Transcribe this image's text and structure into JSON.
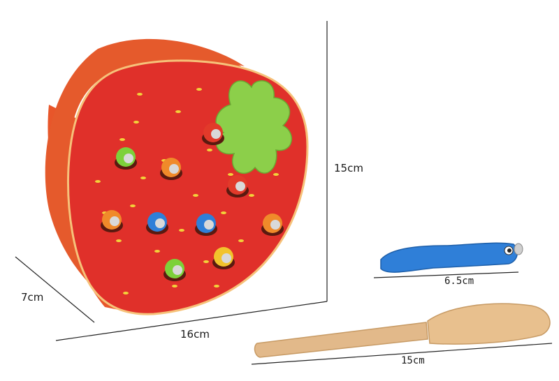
{
  "dimensions": {
    "height": "15cm",
    "depth": "7cm",
    "width": "16cm",
    "worm_length": "6.5cm",
    "stick_length": "15cm"
  },
  "colors": {
    "strawberry_face": "#e0302a",
    "strawberry_side": "#e8562a",
    "leaf": "#8ccf4a",
    "seed": "#f2d23a",
    "wood": "#e2b98a"
  },
  "worm_colors": [
    "#2f7fd8",
    "#e23a2a",
    "#f2c32c",
    "#7dd13a",
    "#f08a2a"
  ]
}
